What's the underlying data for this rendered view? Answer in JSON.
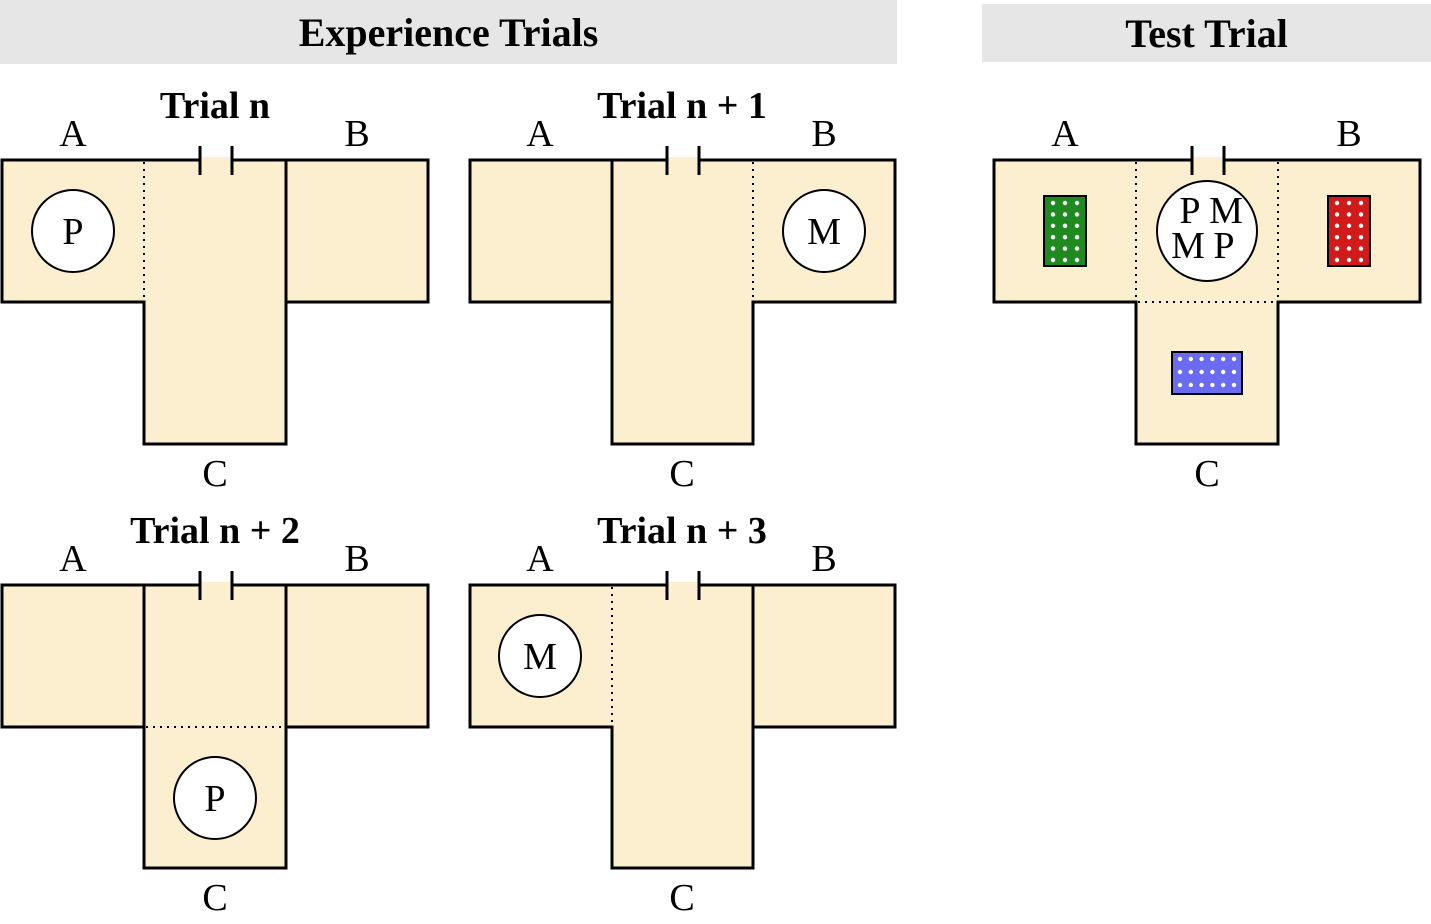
{
  "headers": {
    "experience": "Experience Trials",
    "test": "Test Trial"
  },
  "arm_labels": {
    "a": "A",
    "b": "B",
    "c": "C"
  },
  "trials": [
    {
      "title": "Trial n",
      "object_label": "P",
      "object_arm": "A"
    },
    {
      "title": "Trial n + 1",
      "object_label": "M",
      "object_arm": "B"
    },
    {
      "title": "Trial n + 2",
      "object_label": "P",
      "object_arm": "C"
    },
    {
      "title": "Trial n + 3",
      "object_label": "M",
      "object_arm": "A"
    }
  ],
  "test": {
    "center_labels": {
      "top_left": "P",
      "top_right": "M",
      "bottom_left": "M",
      "bottom_right": "P"
    },
    "cues": [
      {
        "arm": "A",
        "color": "#1f8a1f"
      },
      {
        "arm": "B",
        "color": "#d11a1a"
      },
      {
        "arm": "C",
        "color": "#6b6bf2"
      }
    ]
  },
  "colors": {
    "maze_fill": "#fcefcf",
    "header_fill": "#e6e6e6",
    "stroke": "#000000"
  }
}
